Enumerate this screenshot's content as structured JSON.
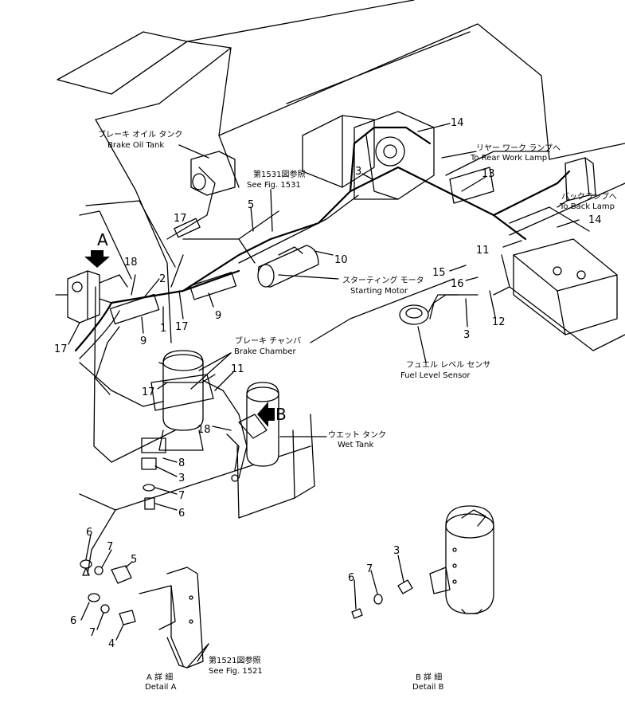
{
  "labels": {
    "brake_oil_tank_jp": "ブレーキ オイル タンク",
    "brake_oil_tank_en": "Brake Oil Tank",
    "see_1531_jp": "第1531図参照",
    "see_1531_en": "See Fig. 1531",
    "rear_work_lamp_jp": "リヤー ワーク ランプへ",
    "rear_work_lamp_en": "To Rear Work Lamp",
    "back_lamp_jp": "バックランプへ",
    "back_lamp_en": "To Back Lamp",
    "starting_motor_jp": "スターティング モータ",
    "starting_motor_en": "Starting Motor",
    "brake_chamber_jp": "ブレーキ チャンバ",
    "brake_chamber_en": "Brake Chamber",
    "fuel_level_sensor_jp": "フュエル レベル センサ",
    "fuel_level_sensor_en": "Fuel Level Sensor",
    "wet_tank_jp": "ウエット タンク",
    "wet_tank_en": "Wet Tank",
    "see_1521_jp": "第1521図参照",
    "see_1521_en": "See Fig. 1521",
    "detail_a_jp": "A 詳 細",
    "detail_a_en": "Detail A",
    "detail_b_jp": "B 詳 細",
    "detail_b_en": "Detail B",
    "view_a": "A",
    "view_b": "B"
  },
  "callouts": {
    "c1": "1",
    "c2": "2",
    "c3a": "3",
    "c3b": "3",
    "c3c": "3",
    "c3d": "3",
    "c4": "4",
    "c5a": "5",
    "c5b": "5",
    "c6a": "6",
    "c6b": "6",
    "c6c": "6",
    "c6d": "6",
    "c7a": "7",
    "c7b": "7",
    "c7c": "7",
    "c7d": "7",
    "c8": "8",
    "c9a": "9",
    "c9b": "9",
    "c10": "10",
    "c11a": "11",
    "c11b": "11",
    "c12": "12",
    "c13": "13",
    "c14a": "14",
    "c14b": "14",
    "c15": "15",
    "c16": "16",
    "c17a": "17",
    "c17b": "17",
    "c17c": "17",
    "c17d": "17",
    "c18a": "18",
    "c18b": "18"
  }
}
